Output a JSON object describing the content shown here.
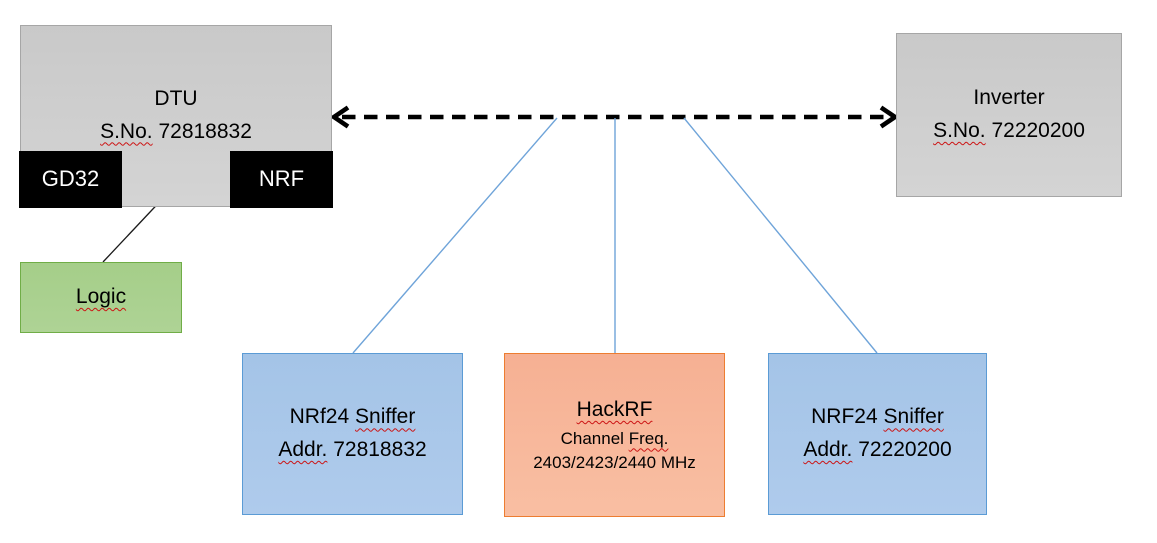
{
  "nodes": {
    "dtu": {
      "title": "DTU",
      "serial_label": "S.No.",
      "serial_value": "72818832"
    },
    "gd32": {
      "label": "GD32"
    },
    "nrf": {
      "label": "NRF"
    },
    "logic": {
      "label": "Logic"
    },
    "inverter": {
      "title": "Inverter",
      "serial_label": "S.No.",
      "serial_value": "72220200"
    },
    "sniffer_left": {
      "device": "NRf24",
      "role": "Sniffer",
      "addr_label": "Addr.",
      "addr_value": "72818832"
    },
    "hackrf": {
      "title": "HackRF",
      "channel_word": "Channel",
      "freq_word": "Freq.",
      "frequencies": "2403/2423/2440 MHz"
    },
    "sniffer_right": {
      "device": "NRF24",
      "role": "Sniffer",
      "addr_label": "Addr.",
      "addr_value": "72220200"
    }
  },
  "colors": {
    "gray_fill": "#D0D0D0",
    "gray_border": "#A6A6A6",
    "black_fill": "#000000",
    "green_fill": "#A9D18E",
    "green_border": "#70AD47",
    "blue_fill": "#A9C7E8",
    "blue_border": "#5B9BD5",
    "orange_fill": "#F7BA9B",
    "orange_border": "#ED7D31",
    "connector_blue": "#6FA4D9",
    "connector_black": "#000000",
    "squiggle_red": "#CC1414"
  }
}
